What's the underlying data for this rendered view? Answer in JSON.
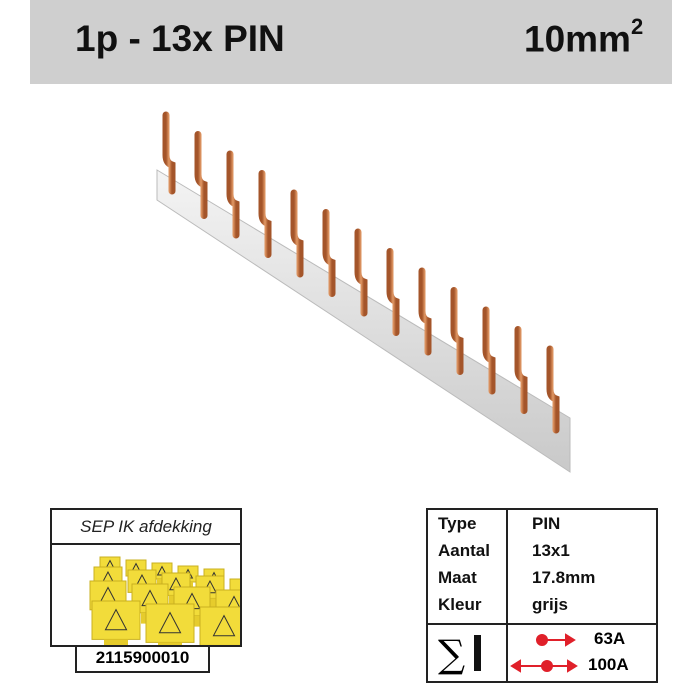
{
  "header": {
    "title": "1p - 13x PIN",
    "size": "10mm",
    "size_sup": "2"
  },
  "product": {
    "pin_count": 13,
    "bar_color": "#d8d8d8",
    "pin_color": "#c8743e"
  },
  "cover": {
    "title": "SEP IK afdekking",
    "code": "2115900010",
    "color": "#f2dc3a"
  },
  "specs": {
    "rows": [
      {
        "label": "Type",
        "value": "PIN"
      },
      {
        "label": "Aantal",
        "value": "13x1"
      },
      {
        "label": "Maat",
        "value": "17.8mm"
      },
      {
        "label": "Kleur",
        "value": "grijs"
      }
    ],
    "sigma": "∑",
    "current_end": "63A",
    "current_middle": "100A",
    "arrow_color": "#e0202a"
  }
}
